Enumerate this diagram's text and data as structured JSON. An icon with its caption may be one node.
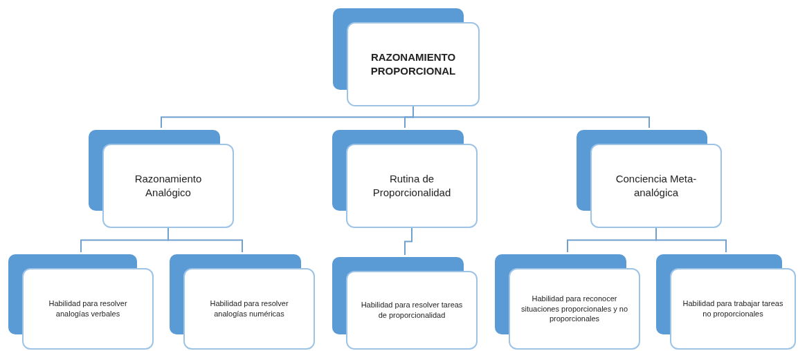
{
  "diagram": {
    "nodes": [
      {
        "text": [
          "RAZONAMIENTO PROPORCIONAL"
        ]
      },
      {
        "text": [
          "Razonamiento Analógico"
        ]
      },
      {
        "text": [
          "Rutina de Proporcionalidad"
        ]
      },
      {
        "text": [
          "Conciencia Meta-analógica"
        ]
      },
      {
        "text": [
          "Habilidad para resolver analogías verbales"
        ]
      },
      {
        "text": [
          "Habilidad para resolver analogías numéricas"
        ]
      },
      {
        "text": [
          "Habilidad para resolver tareas de proporcionalidad"
        ]
      },
      {
        "text": [
          "Habilidad para reconocer situaciones proporcionales y no proporcionales"
        ]
      },
      {
        "text": [
          "Habilidad para trabajar tareas no proporcionales"
        ]
      }
    ],
    "edges": [
      {
        "from": 0,
        "to": 1,
        "arrow": "none"
      },
      {
        "from": 0,
        "to": 2,
        "arrow": "none"
      },
      {
        "from": 0,
        "to": 3,
        "arrow": "none"
      },
      {
        "from": 1,
        "to": 4,
        "arrow": "none"
      },
      {
        "from": 1,
        "to": 5,
        "arrow": "none"
      },
      {
        "from": 2,
        "to": 6,
        "arrow": "none"
      },
      {
        "from": 3,
        "to": 7,
        "arrow": "none"
      },
      {
        "from": 3,
        "to": 8,
        "arrow": "none"
      }
    ]
  }
}
